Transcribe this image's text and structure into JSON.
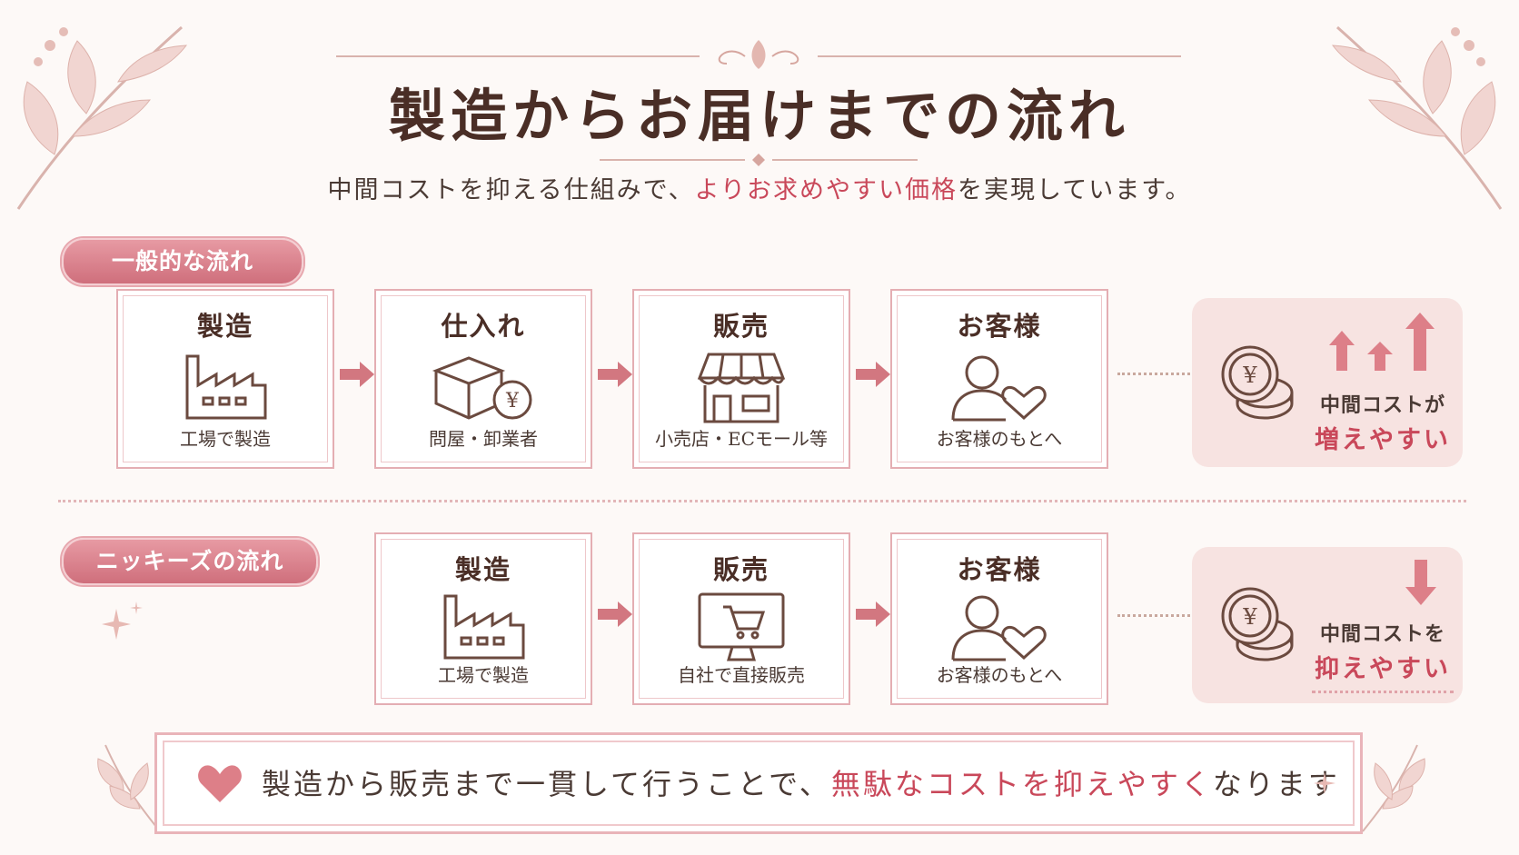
{
  "title": "製造からお届けまでの流れ",
  "subtitle": {
    "before": "中間コストを抑える仕組みで、",
    "accent": "よりお求めやすい価格",
    "after": "を実現しています。"
  },
  "general_flow": {
    "label": "一般的な流れ",
    "steps": [
      {
        "title": "製造",
        "caption": "工場で製造",
        "icon": "factory-icon"
      },
      {
        "title": "仕入れ",
        "caption": "問屋・卸業者",
        "icon": "box-yen-icon"
      },
      {
        "title": "販売",
        "caption": "小売店・ECモール等",
        "icon": "storefront-icon"
      },
      {
        "title": "お客様",
        "caption": "お客様のもとへ",
        "icon": "customer-heart-icon"
      }
    ],
    "result": {
      "line1": "中間コストが",
      "line2": "増えやすい",
      "icon": "yen-coins-up-arrows-icon"
    }
  },
  "nikkies_flow": {
    "label": "ニッキーズの流れ",
    "steps": [
      {
        "title": "製造",
        "caption": "工場で製造",
        "icon": "factory-icon"
      },
      {
        "title": "販売",
        "caption": "自社で直接販売",
        "icon": "monitor-cart-icon"
      },
      {
        "title": "お客様",
        "caption": "お客様のもとへ",
        "icon": "customer-heart-icon"
      }
    ],
    "result": {
      "line1": "中間コストを",
      "line2": "抑えやすい",
      "icon": "yen-coins-down-arrow-icon"
    }
  },
  "banner": {
    "before": "製造から販売まで一貫して行うことで、",
    "accent": "無駄なコストを抑えやすく",
    "after": "なります"
  },
  "colors": {
    "accent": "#c9485a",
    "pill": "#d9808b",
    "panel": "#f7e3e1",
    "text": "#4a2e26"
  }
}
